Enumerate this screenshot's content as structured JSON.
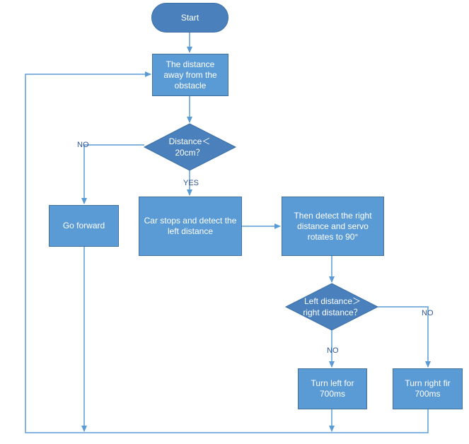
{
  "nodes": {
    "start": "Start",
    "measure": "The distance away from the obstacle",
    "decision1": "Distance＜ 20cm？",
    "go_forward": "Go forward",
    "car_stops": "Car stops and detect the left distance",
    "detect_right": "Then detect the right distance and servo rotates to 90°",
    "decision2": "Left distance＞ right distance？",
    "turn_left": "Turn left for 700ms",
    "turn_right": "Turn right fir 700ms"
  },
  "labels": {
    "no1": "NO",
    "yes1": "YES",
    "no2": "NO",
    "no3": "NO"
  },
  "colors": {
    "node_fill": "#5b9bd5",
    "terminal_fill": "#4a81bd",
    "diamond_fill": "#4a81bd",
    "line": "#5b9bd5",
    "text": "#ffffff"
  }
}
